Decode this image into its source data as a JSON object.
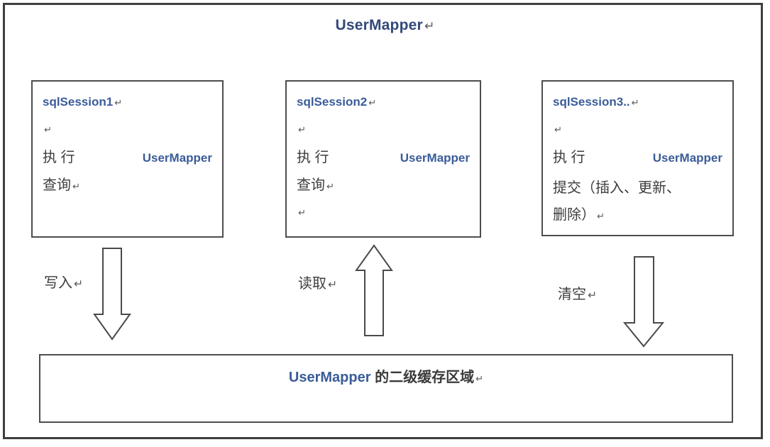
{
  "title": "UserMapper",
  "marks": {
    "return": "↵"
  },
  "colors": {
    "outer_border": "#3f3f3f",
    "box_border": "#4d4d4d",
    "latin_text": "#3a5c99",
    "cn_text": "#3d3d3d",
    "return_mark": "#595959",
    "background": "#ffffff"
  },
  "session_boxes": [
    {
      "name": "sqlSession1",
      "exec_cn": "执 行",
      "exec_latin": "UserMapper",
      "exec_suffix": "查询"
    },
    {
      "name": "sqlSession2",
      "exec_cn": "执 行",
      "exec_latin": "UserMapper",
      "exec_suffix": "查询"
    },
    {
      "name": "sqlSession3..",
      "exec_cn": "执 行",
      "exec_latin": "UserMapper",
      "exec_suffix": "提交（插入、更新、\n删除）"
    }
  ],
  "arrows": [
    {
      "label": "写入",
      "direction": "down"
    },
    {
      "label": "读取",
      "direction": "up"
    },
    {
      "label": "清空",
      "direction": "down"
    }
  ],
  "cache_box": {
    "latin": "UserMapper",
    "cn": " 的二级缓存区域"
  }
}
